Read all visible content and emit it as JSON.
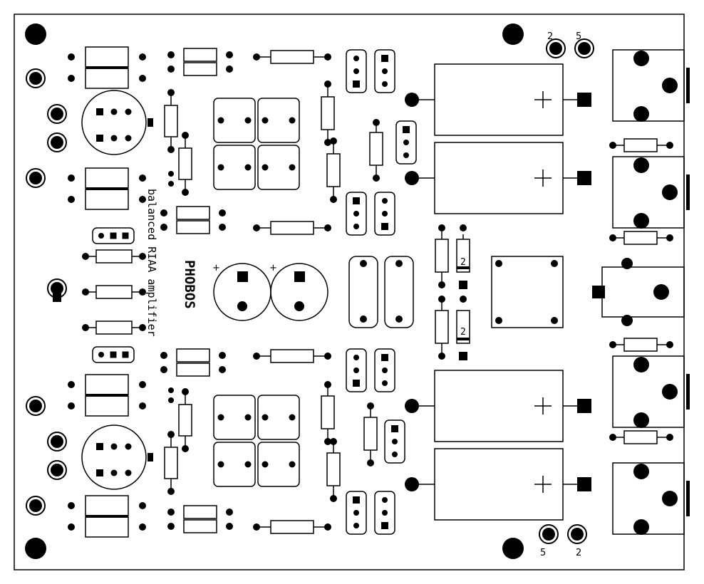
{
  "board": {
    "title": "PHOBOS",
    "subtitle": "balanced RIAA amplifier"
  },
  "labels": {
    "top_left_pad": "2",
    "top_right_pad": "5",
    "bottom_left_pad": "5",
    "bottom_right_pad": "2",
    "cap_plus_left": "+",
    "cap_plus_right": "+",
    "diode_upper": "2",
    "diode_lower": "2"
  },
  "colors": {
    "ink": "#000000",
    "paper": "#ffffff"
  }
}
